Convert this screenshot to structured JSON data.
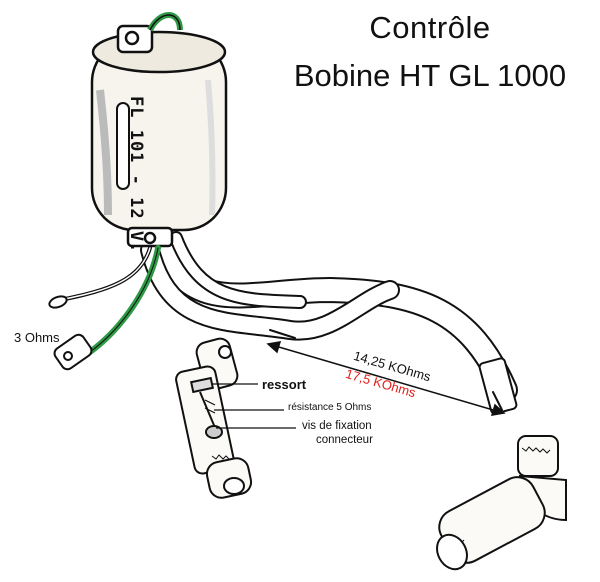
{
  "title": {
    "line1": "Contrôle",
    "line2": "Bobine HT GL 1000"
  },
  "coil": {
    "marking": "FL 101 - 12 V."
  },
  "labels": {
    "primary_resistance": "3 Ohms",
    "secondary_resistance": "14,25 KOhms",
    "secondary_resistance_alt": "17,5 KOhms",
    "spring": "ressort",
    "resistor": "résistance 5 Ohms",
    "screw_line1": "vis de fixation",
    "screw_line2": "connecteur"
  },
  "colors": {
    "ink": "#111111",
    "green_wire": "#2e9a46",
    "red_value": "#e0201c",
    "paper": "#ffffff"
  }
}
